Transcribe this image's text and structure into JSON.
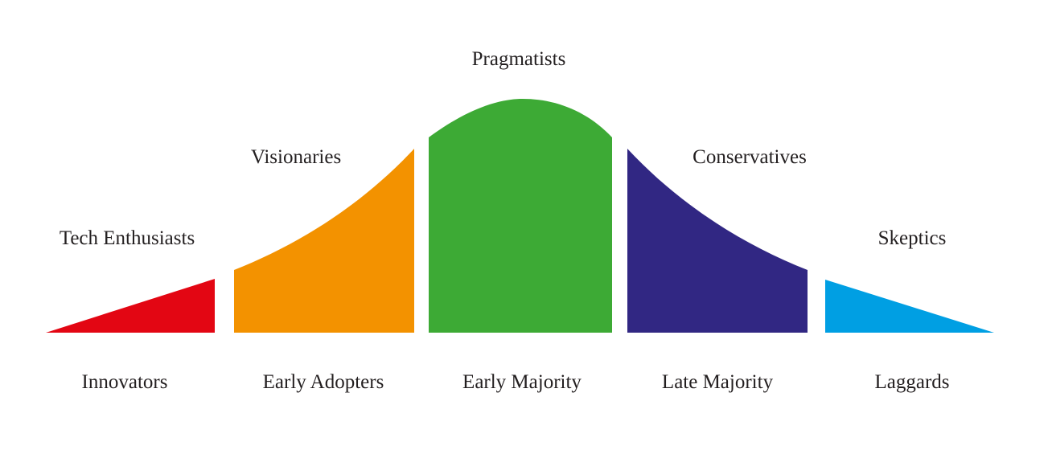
{
  "diagram": {
    "segments": [
      {
        "id": "innovators",
        "category": "Innovators",
        "persona": "Tech Enthusiasts",
        "color": "#e30613"
      },
      {
        "id": "early-adopters",
        "category": "Early Adopters",
        "persona": "Visionaries",
        "color": "#f39200"
      },
      {
        "id": "early-majority",
        "category": "Early Majority",
        "persona": "Pragmatists",
        "color": "#3daa35"
      },
      {
        "id": "late-majority",
        "category": "Late Majority",
        "persona": "Conservatives",
        "color": "#312783"
      },
      {
        "id": "laggards",
        "category": "Laggards",
        "persona": "Skeptics",
        "color": "#009fe3"
      }
    ]
  }
}
